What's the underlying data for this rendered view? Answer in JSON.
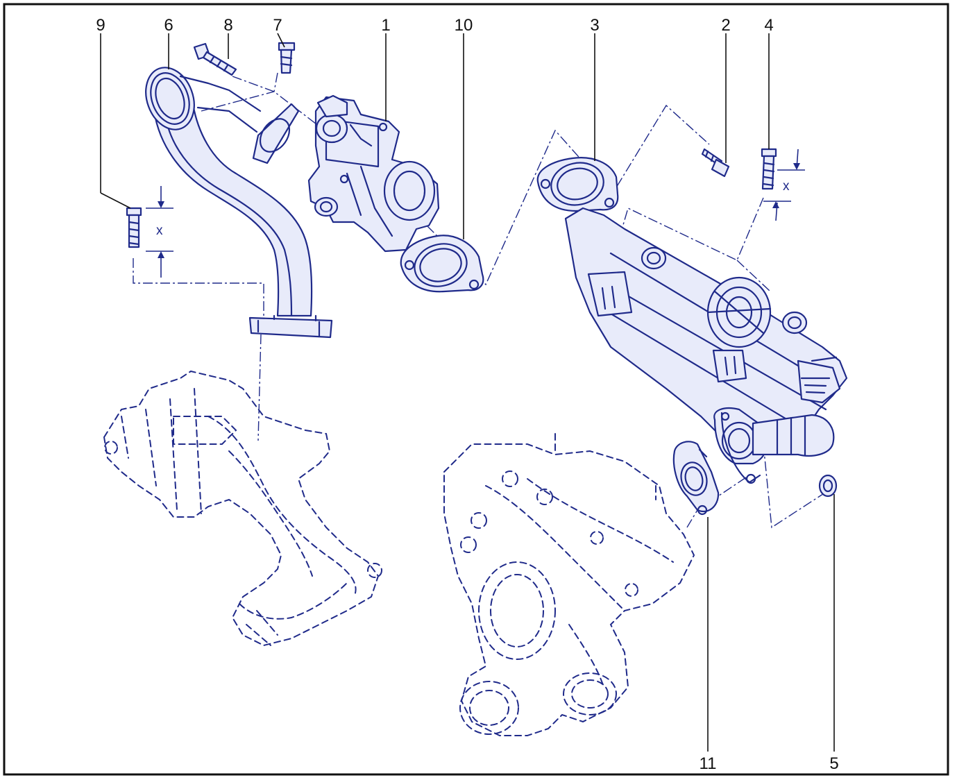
{
  "callouts": {
    "c1": "1",
    "c2": "2",
    "c3": "3",
    "c4": "4",
    "c5": "5",
    "c6": "6",
    "c7": "7",
    "c8": "8",
    "c9": "9",
    "c10": "10",
    "c11": "11"
  },
  "dimensions": {
    "left_bolt_length": "x",
    "right_bolt_length": "x"
  },
  "colors": {
    "ink": "#1f2a8a",
    "frame": "#111111",
    "background": "#ffffff"
  }
}
